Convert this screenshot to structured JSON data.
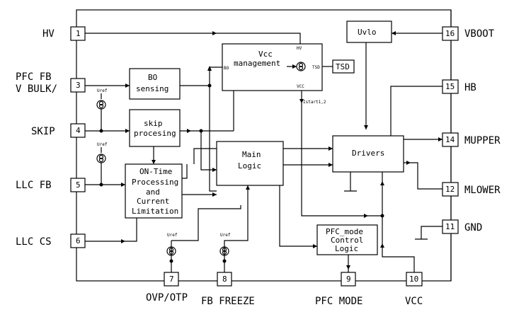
{
  "pins": [
    {
      "num": "1",
      "label": "HV"
    },
    {
      "num": "3",
      "label": "PFC FB",
      "label2": "V BULK/"
    },
    {
      "num": "4",
      "label": "SKIP"
    },
    {
      "num": "5",
      "label": "LLC FB"
    },
    {
      "num": "6",
      "label": "LLC CS"
    },
    {
      "num": "7",
      "label": "OVP/OTP"
    },
    {
      "num": "8",
      "label": "FB FREEZE"
    },
    {
      "num": "9",
      "label": "PFC MODE"
    },
    {
      "num": "10",
      "label": "VCC"
    },
    {
      "num": "11",
      "label": "GND"
    },
    {
      "num": "12",
      "label": "MLOWER"
    },
    {
      "num": "14",
      "label": "MUPPER"
    },
    {
      "num": "15",
      "label": "HB"
    },
    {
      "num": "16",
      "label": "VBOOT"
    }
  ],
  "blocks": {
    "vcc_management": {
      "line1": "Vcc",
      "line2": "management"
    },
    "uvlo": "Uvlo",
    "tsd": "TSD",
    "bo_sensing": {
      "line1": "BO",
      "line2": "sensing"
    },
    "skip_processing": {
      "line1": "skip",
      "line2": "procesing"
    },
    "main_logic": {
      "line1": "Main",
      "line2": "Logic"
    },
    "drivers": "Drivers",
    "on_time": {
      "line1": "ON-Time",
      "line2": "Processing",
      "line3": "and",
      "line4": "Current",
      "line5": "Limitation"
    },
    "pfc_mode_logic": {
      "line1": "PFC_mode",
      "line2": "Control",
      "line3": "Logic"
    }
  },
  "small_labels": {
    "hv": "HV",
    "bo": "BO",
    "tsd_port": "TSD",
    "vcc_port": "VCC",
    "istart": "Istart1,2",
    "uref": "Uref"
  }
}
